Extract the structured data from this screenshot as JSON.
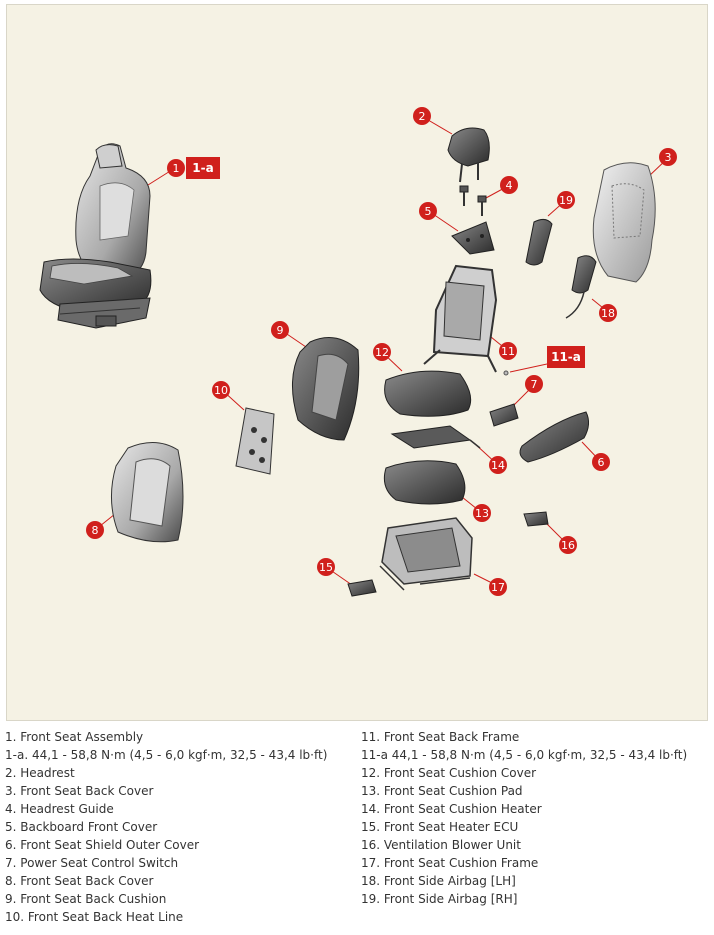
{
  "callouts": {
    "c1": "1",
    "c2": "2",
    "c3": "3",
    "c4": "4",
    "c5": "5",
    "c6": "6",
    "c7": "7",
    "c8": "8",
    "c9": "9",
    "c10": "10",
    "c11": "11",
    "c12": "12",
    "c13": "13",
    "c14": "14",
    "c15": "15",
    "c16": "16",
    "c17": "17",
    "c18": "18",
    "c19": "19"
  },
  "torque_labels": {
    "t1a": "1-a",
    "t11a": "11-a"
  },
  "colors": {
    "callout": "#d0201c",
    "background": "#f5f2e4",
    "text": "#333333"
  },
  "legend": {
    "left": [
      "1. Front Seat Assembly",
      "1-a. 44,1 - 58,8 N·m (4,5 - 6,0 kgf·m, 32,5 - 43,4 lb·ft)",
      "2. Headrest",
      "3. Front Seat Back Cover",
      "4. Headrest Guide",
      "5. Backboard Front Cover",
      "6. Front Seat Shield Outer Cover",
      "7. Power Seat Control Switch",
      "8. Front Seat Back Cover",
      "9. Front Seat Back Cushion",
      "10. Front Seat Back Heat Line"
    ],
    "right": [
      "11. Front Seat Back Frame",
      "11-a 44,1 - 58,8 N·m (4,5 - 6,0 kgf·m, 32,5 - 43,4 lb·ft)",
      "12. Front Seat Cushion Cover",
      "13. Front Seat Cushion Pad",
      "14. Front Seat Cushion Heater",
      "15. Front Seat Heater ECU",
      "16. Ventilation Blower Unit",
      "17. Front Seat Cushion Frame",
      "18. Front Side Airbag [LH]",
      "19. Front Side Airbag [RH]"
    ]
  }
}
